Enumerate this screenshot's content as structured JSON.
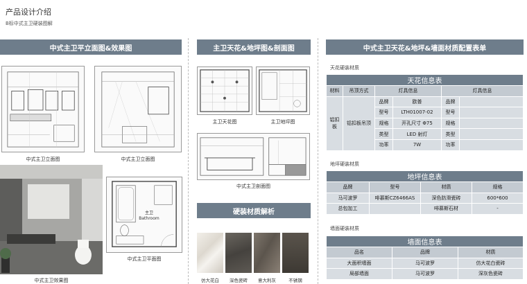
{
  "page": {
    "title": "产品设计介绍",
    "subtitle": "B标中式主卫硬装图解"
  },
  "sections": {
    "left": "中式主卫平立面图&效果图",
    "middle": "主卫天花&地坪图&剖面图",
    "right": "中式主卫天花&地坪&墙面材质配置表单",
    "materials": "硬装材质解析"
  },
  "captions": {
    "elev1": "中式主卫立面图",
    "elev2": "中式主卫立面图",
    "render": "中式主卫效果图",
    "plan": "中式主卫平面图",
    "plan_room_cn": "主卫",
    "plan_room_en": "Bathroom",
    "ceiling": "主卫天花图",
    "floor": "主卫地坪图",
    "section": "中式主卫剖面图"
  },
  "swatches": [
    {
      "label": "仿大花白",
      "color": "#e9e6df"
    },
    {
      "label": "深色瓷砖",
      "color": "#55524d"
    },
    {
      "label": "意大利灰",
      "color": "#6f6860"
    },
    {
      "label": "不锈钢",
      "color": "#4b4640"
    }
  ],
  "ceiling_table": {
    "section_label": "天花硬装材质",
    "title": "天花信息表",
    "headers": [
      "材料",
      "吊顶方式",
      "灯具信息",
      "灯具信息"
    ],
    "material": "铝扣板",
    "method": "铝扣板吊顶",
    "rows": [
      {
        "k1": "品牌",
        "v1": "欧普",
        "k2": "品牌",
        "v2": ""
      },
      {
        "k1": "型号",
        "v1": "LTH01007-02",
        "k2": "型号",
        "v2": ""
      },
      {
        "k1": "规格",
        "v1": "开孔尺寸 Φ75",
        "k2": "规格",
        "v2": ""
      },
      {
        "k1": "类型",
        "v1": "LED 射灯",
        "k2": "类型",
        "v2": ""
      },
      {
        "k1": "功率",
        "v1": "7W",
        "k2": "功率",
        "v2": ""
      }
    ]
  },
  "floor_table": {
    "section_label": "地坪硬装材质",
    "title": "地坪信息表",
    "headers": [
      "品牌",
      "型号",
      "材质",
      "规格"
    ],
    "row1": [
      "马可波罗",
      "啡慕斯CZ6466AS",
      "深色防滑瓷砖",
      "600*600"
    ],
    "row2": [
      "总包加工",
      "",
      "啡慕斯石材",
      "-"
    ]
  },
  "wall_table": {
    "section_label": "墙面硬装材质",
    "title": "墙面信息表",
    "headers": [
      "品名",
      "品牌",
      "材质"
    ],
    "rows": [
      [
        "大面积墙面",
        "马可波罗",
        "仿大花白瓷砖"
      ],
      [
        "局部墙面",
        "马可波罗",
        "深灰色瓷砖"
      ]
    ]
  }
}
